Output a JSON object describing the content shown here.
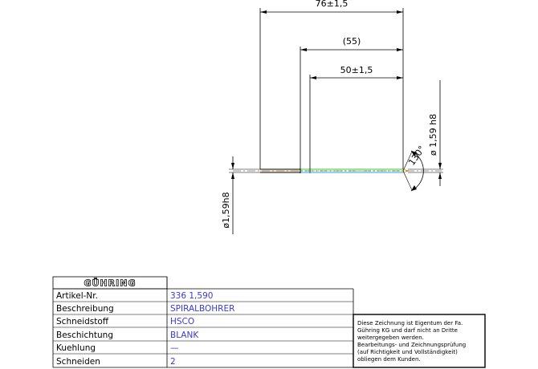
{
  "drawing": {
    "dim_overall": "76±1,5",
    "dim_reference": "(55)",
    "dim_flute": "50±1,5",
    "dim_diameter_right": "ø 1,59 h8",
    "dim_diameter_left": "ø1,59h8",
    "dim_angle": "130°"
  },
  "title_block": {
    "logo": "GÜHRING",
    "rows": [
      {
        "label": "Artikel-Nr.",
        "value": "336  1,590"
      },
      {
        "label": "Beschreibung",
        "value": "SPIRALBOHRER"
      },
      {
        "label": "Schneidstoff",
        "value": "HSCO"
      },
      {
        "label": "Beschichtung",
        "value": "BLANK"
      },
      {
        "label": "Kuehlung",
        "value": "—"
      },
      {
        "label": "Schneiden",
        "value": "2"
      }
    ],
    "notice_lines": [
      "Diese Zeichnung ist Eigentum der Fa.",
      "Gühring KG und darf nicht an Dritte",
      "weitergegeben werden.",
      "Bearbeitungs- und Zeichnungsprüfung",
      "(auf Richtigkeit und Vollständigkeit)",
      "obliegen dem Kunden."
    ]
  },
  "colors": {
    "line": "#000000",
    "value_text": "#3a3ad8",
    "flute_green": "#33cc33",
    "flute_blue": "#3399ff",
    "tip_orange": "#e6a23c"
  }
}
